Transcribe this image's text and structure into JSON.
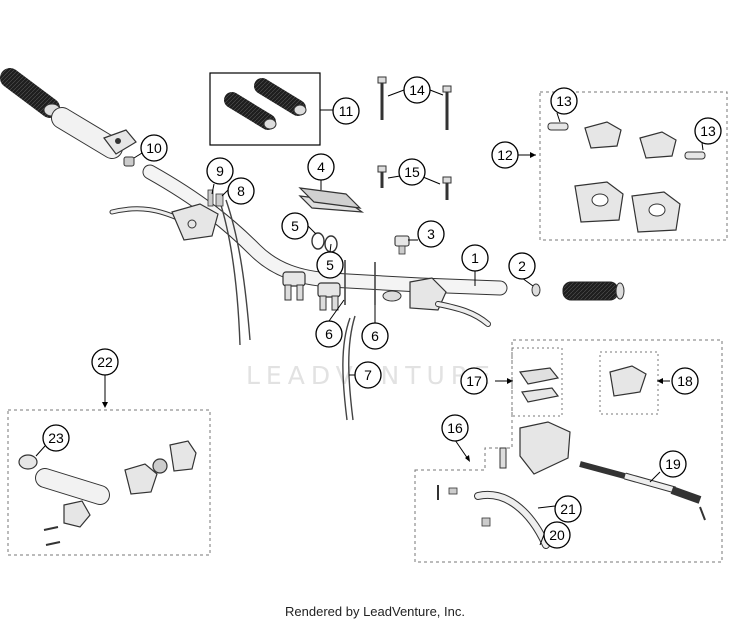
{
  "watermark": "LEADVENTURE",
  "footer": "Rendered by LeadVenture, Inc.",
  "callouts": [
    "1",
    "2",
    "3",
    "4",
    "5",
    "5",
    "6",
    "6",
    "7",
    "8",
    "9",
    "10",
    "11",
    "12",
    "13",
    "13",
    "14",
    "15",
    "16",
    "17",
    "18",
    "19",
    "20",
    "21",
    "22",
    "23"
  ],
  "colors": {
    "line": "#333333",
    "part_fill": "#e6e6e6",
    "grip": "#1e1e1e",
    "dashed": "#777777"
  }
}
